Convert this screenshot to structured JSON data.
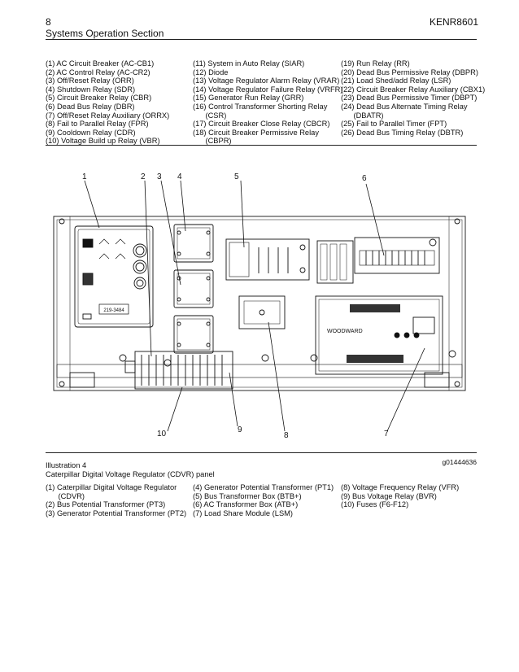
{
  "header": {
    "page_number": "8",
    "doc_id": "KENR8601",
    "section_title": "Systems Operation Section"
  },
  "legend_top": {
    "col1": [
      "(1) AC Circuit Breaker (AC-CB1)",
      "(2) AC Control Relay (AC-CR2)",
      "(3) Off/Reset Relay (ORR)",
      "(4) Shutdown Relay (SDR)",
      "(5) Circuit Breaker Relay (CBR)",
      "(6) Dead Bus Relay (DBR)",
      "(7) Off/Reset Relay Auxiliary (ORRX)",
      "(8) Fail to Parallel Relay (FPR)",
      "(9) Cooldown Relay (CDR)",
      "(10) Voltage Build up Relay (VBR)"
    ],
    "col2": [
      "(11) System in Auto Relay (SIAR)",
      "(12) Diode",
      "(13) Voltage Regulator Alarm Relay (VRAR)",
      "(14) Voltage Regulator Failure Relay (VRFR)",
      "(15) Generator Run Relay (GRR)",
      "(16) Control Transformer Shorting Relay",
      "      (CSR)",
      "(17) Circuit Breaker Close Relay (CBCR)",
      "(18) Circuit Breaker Permissive Relay",
      "      (CBPR)"
    ],
    "col3": [
      "(19) Run Relay (RR)",
      "(20) Dead Bus Permissive Relay (DBPR)",
      "(21) Load Shed/add Relay (LSR)",
      "(22) Circuit Breaker Relay Auxiliary (CBX1)",
      "(23) Dead Bus Permissive Timer (DBPT)",
      "(24) Dead Bus Alternate Timing Relay",
      "      (DBATR)",
      "(25) Fail to Parallel Timer (FPT)",
      "(26) Dead Bus Timing Relay (DBTR)"
    ]
  },
  "figure": {
    "callouts_top": [
      "1",
      "2",
      "3",
      "4",
      "5",
      "6"
    ],
    "callouts_bottom": [
      "10",
      "9",
      "8",
      "7"
    ],
    "part_label": "219-3484",
    "brand_label": "WOODWARD"
  },
  "illustration": {
    "label": "Illustration 4",
    "figure_id": "g01444636",
    "caption": "Caterpillar Digital Voltage Regulator (CDVR) panel"
  },
  "key_bottom": {
    "col1": [
      "(1) Caterpillar Digital Voltage Regulator",
      "      (CDVR)",
      "(2) Bus Potential Transformer (PT3)",
      "(3) Generator Potential Transformer (PT2)"
    ],
    "col2": [
      "(4) Generator Potential Transformer (PT1)",
      "(5) Bus Transformer Box (BTB+)",
      "(6) AC Transformer Box (ATB+)",
      "(7) Load Share Module (LSM)"
    ],
    "col3": [
      "(8) Voltage Frequency Relay (VFR)",
      "(9) Bus Voltage Relay (BVR)",
      "(10) Fuses (F6-F12)"
    ]
  }
}
